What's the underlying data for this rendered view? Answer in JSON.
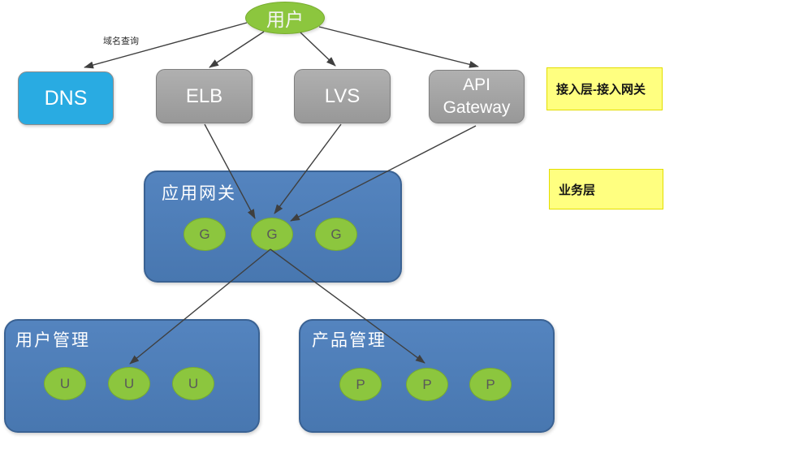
{
  "colors": {
    "green": "#8CC63E",
    "greenBorder": "#78AC2F",
    "blue": "#4A7AB6",
    "blueBorder": "#3A6293",
    "cyan": "#29ABE2",
    "gray": "#A3A3A3",
    "grayBorder": "#7F7F7F",
    "yellow": "#FFFF80",
    "yellowBorder": "#E3DE00",
    "arrow": "#3F3F3F",
    "instText": "#595959"
  },
  "nodes": {
    "user": {
      "label": "用户"
    },
    "dns": {
      "label": "DNS"
    },
    "elb": {
      "label": "ELB"
    },
    "lvs": {
      "label": "LVS"
    },
    "api_gateway": {
      "label": "API\nGateway"
    },
    "app_gateway": {
      "title": "应用网关",
      "instances": [
        "G",
        "G",
        "G"
      ]
    },
    "user_mgmt": {
      "title": "用户管理",
      "instances": [
        "U",
        "U",
        "U"
      ]
    },
    "product_mgmt": {
      "title": "产品管理",
      "instances": [
        "P",
        "P",
        "P"
      ]
    }
  },
  "annotations": {
    "dns_edge_label": "域名查询",
    "access_layer": "接入层-接入网关",
    "business_layer": "业务层"
  }
}
